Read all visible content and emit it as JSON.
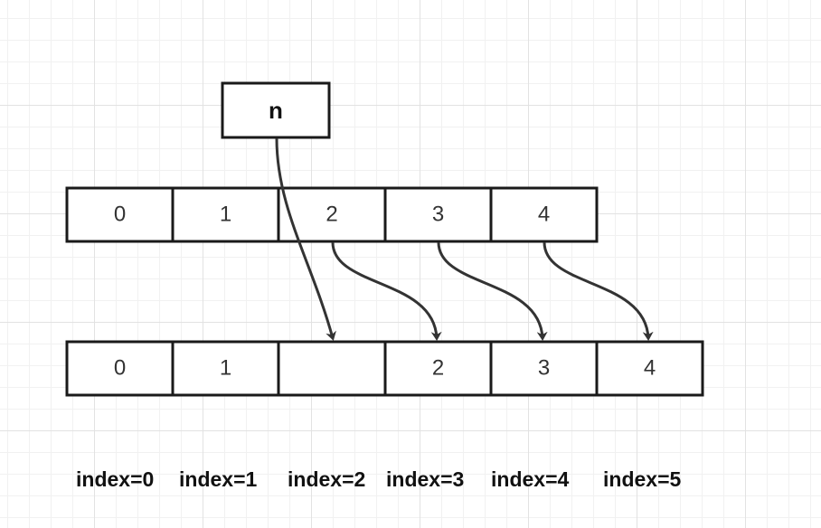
{
  "new_element": {
    "label": "n"
  },
  "source_array": {
    "cells": [
      "0",
      "1",
      "2",
      "3",
      "4"
    ]
  },
  "target_array": {
    "cells": [
      "0",
      "1",
      "",
      "2",
      "3",
      "4"
    ]
  },
  "index_labels": [
    "index=0",
    "index=1",
    "index=2",
    "index=3",
    "index=4",
    "index=5"
  ],
  "arrows": [
    {
      "from": "n",
      "to_target_index": 2
    },
    {
      "from_source_index": 2,
      "to_target_index": 3
    },
    {
      "from_source_index": 3,
      "to_target_index": 4
    },
    {
      "from_source_index": 4,
      "to_target_index": 5
    }
  ],
  "colors": {
    "stroke": "#1a1a1a",
    "arrow": "#333333",
    "text": "#333333",
    "grid": "#e2e2e2"
  }
}
